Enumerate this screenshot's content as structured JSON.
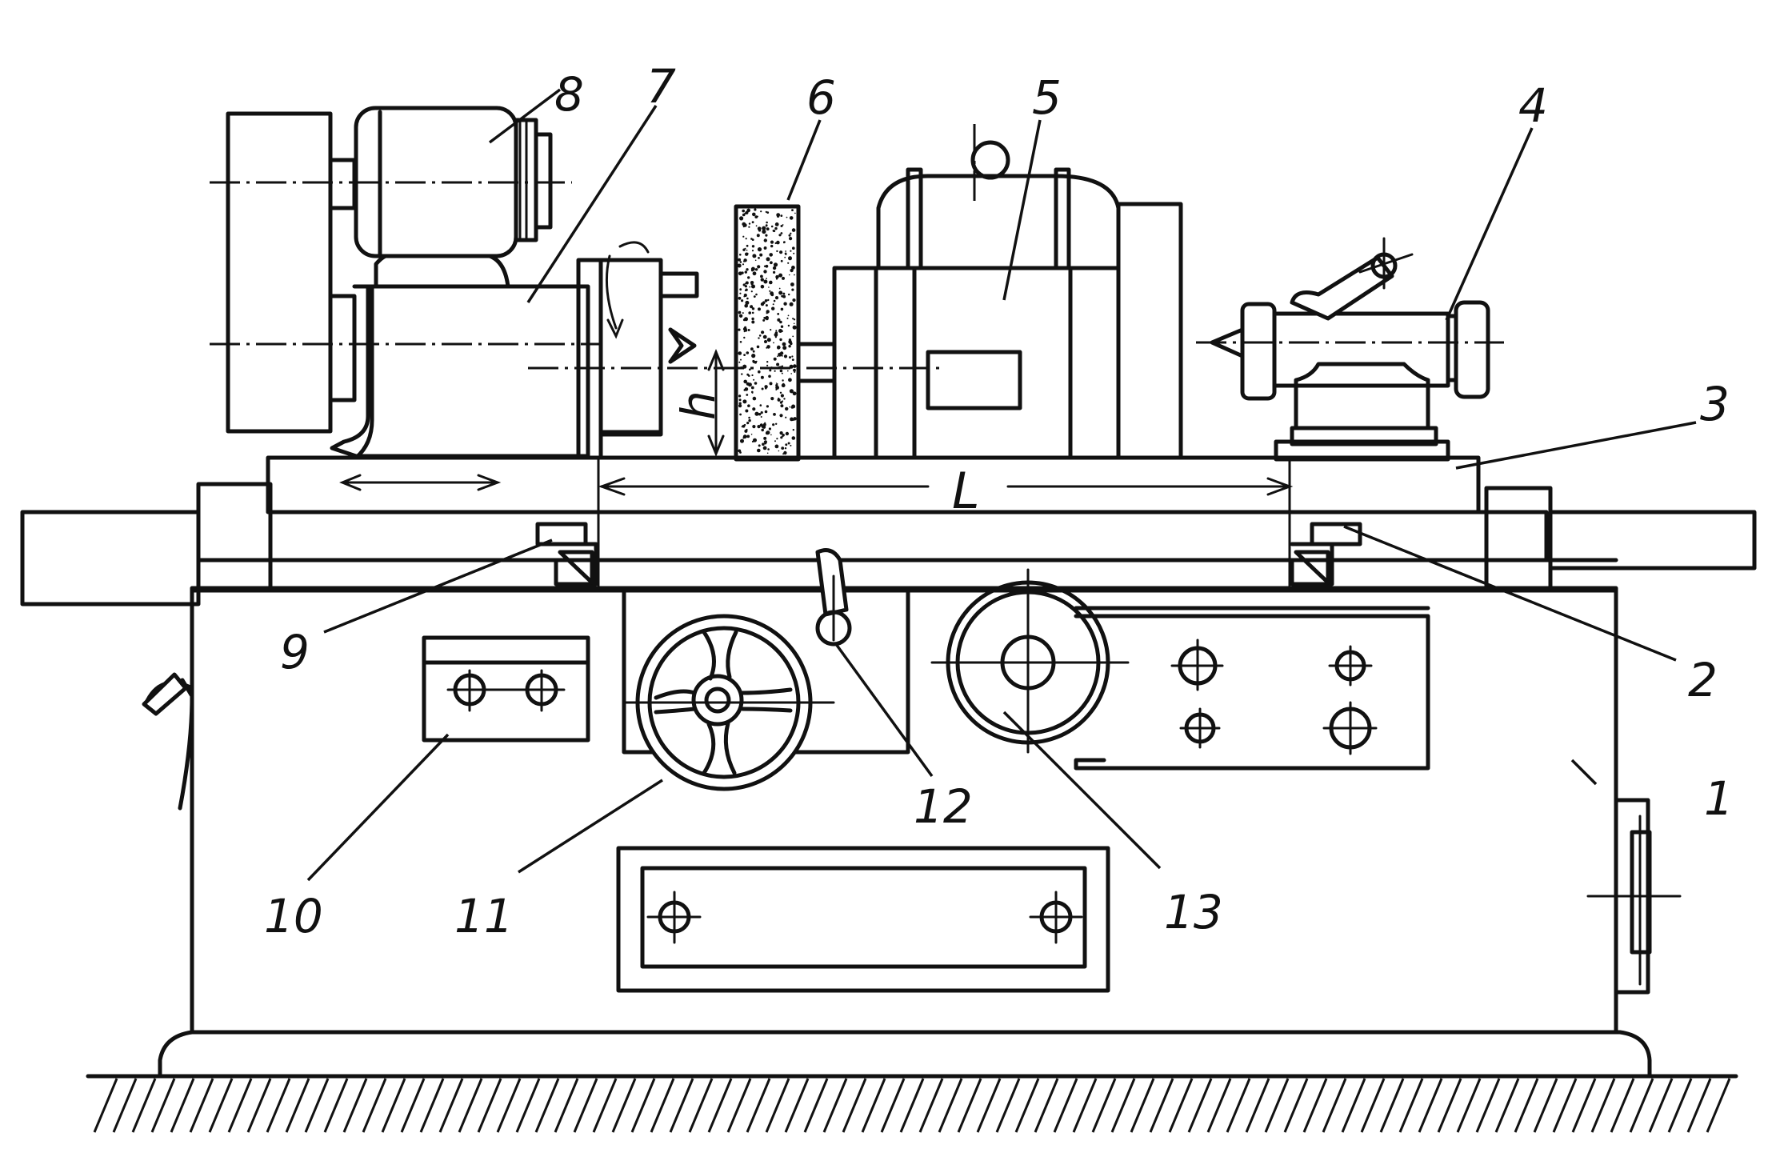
{
  "callouts": [
    {
      "id": "1",
      "text": "1"
    },
    {
      "id": "2",
      "text": "2"
    },
    {
      "id": "3",
      "text": "3"
    },
    {
      "id": "4",
      "text": "4"
    },
    {
      "id": "5",
      "text": "5"
    },
    {
      "id": "6",
      "text": "6"
    },
    {
      "id": "7",
      "text": "7"
    },
    {
      "id": "8",
      "text": "8"
    },
    {
      "id": "9",
      "text": "9"
    },
    {
      "id": "10",
      "text": "10"
    },
    {
      "id": "11",
      "text": "11"
    },
    {
      "id": "12",
      "text": "12"
    },
    {
      "id": "13",
      "text": "13"
    }
  ],
  "dimensions": {
    "length_label": "L",
    "height_label": "h"
  }
}
